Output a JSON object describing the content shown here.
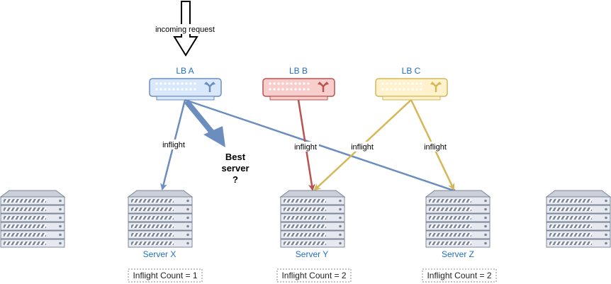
{
  "incoming": {
    "label": "incoming request"
  },
  "load_balancers": [
    {
      "id": "a",
      "label": "LB A",
      "fill": "#dae8fc",
      "stroke": "#6c8ebf",
      "accent": "#6c8ebf"
    },
    {
      "id": "b",
      "label": "LB B",
      "fill": "#f8cecc",
      "stroke": "#b85450",
      "accent": "#b85450"
    },
    {
      "id": "c",
      "label": "LB C",
      "fill": "#fff2cc",
      "stroke": "#d6b656",
      "accent": "#d6b656"
    }
  ],
  "servers": [
    {
      "id": "x",
      "label": "Server X",
      "count": "Inflight Count = 1"
    },
    {
      "id": "y",
      "label": "Server Y",
      "count": "Inflight Count = 2"
    },
    {
      "id": "z",
      "label": "Server Z",
      "count": "Inflight Count = 2"
    }
  ],
  "edge_labels": {
    "a_x": "inflight",
    "b_y": "inflight",
    "c_y": "inflight",
    "c_z": "inflight"
  },
  "best_server": {
    "line1": "Best",
    "line2": "server",
    "line3": "?"
  },
  "colors": {
    "blue": "#6c8ebf",
    "red": "#b85450",
    "yellow": "#d6b656",
    "server_fill": "#e6e9ef",
    "server_stroke": "#7d8699",
    "text_blue": "#1f6fbf"
  }
}
